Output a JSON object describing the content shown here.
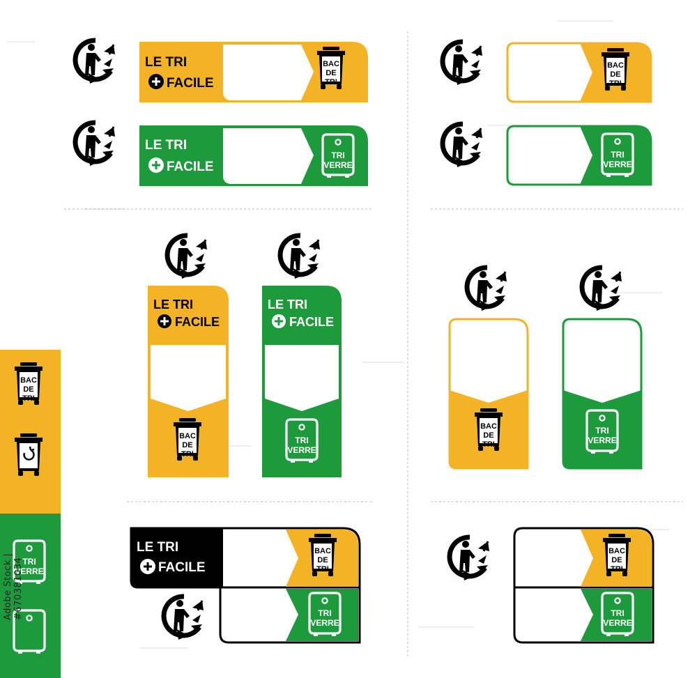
{
  "labels": {
    "le_tri": "LE TRI",
    "facile": "FACILE",
    "bac": "BAC",
    "de": "DE",
    "tri": "TRI",
    "verre": "VERRE"
  },
  "stock_id": "Adobe Stock | #670381034",
  "colors": {
    "yellow": "#F4B325",
    "green": "#1C9A3C",
    "black": "#000000",
    "white": "#FFFFFF",
    "divider": "#B9B9B9"
  },
  "icons": {
    "triman": "triman-icon",
    "bin": "sorting-bin-icon",
    "bin_recycle": "recycling-bin-icon",
    "glass": "glass-container-icon"
  }
}
